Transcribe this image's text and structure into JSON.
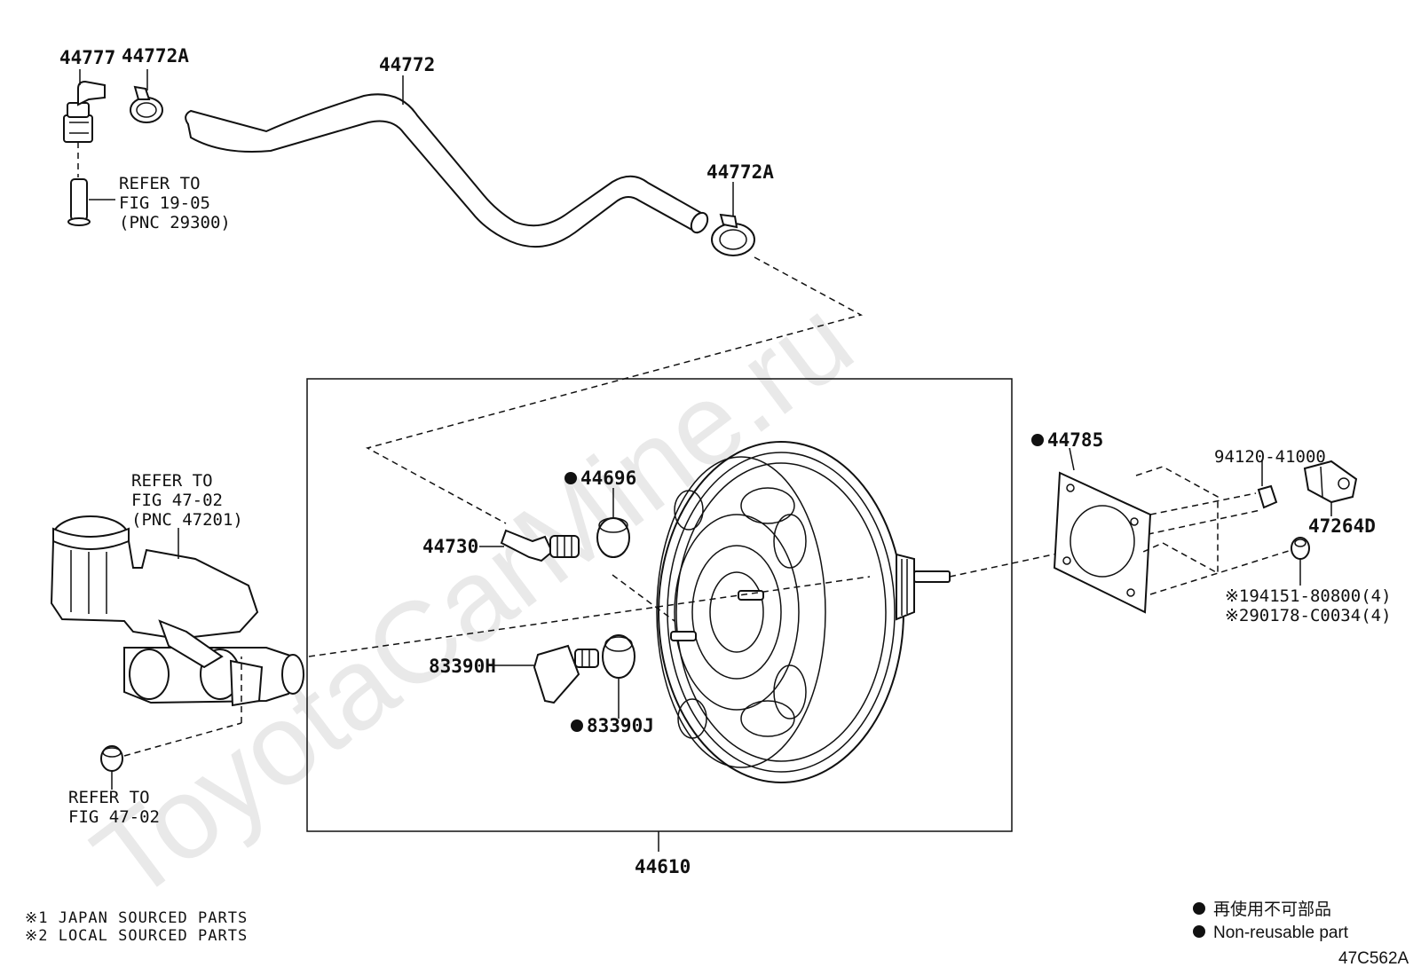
{
  "watermark": "ToyotaCarMine.ru",
  "diagram_code": "47C562A",
  "labels": {
    "p44777": "44777",
    "p44772A_top": "44772A",
    "p44772": "44772",
    "p44772A_mid": "44772A",
    "p44785": "44785",
    "p94120": "94120-41000",
    "p47264D": "47264D",
    "p194151": "※194151-80800(4)",
    "p290178": "※290178-C0034(4)",
    "p44696": "44696",
    "p44730": "44730",
    "p83390H": "83390H",
    "p83390J": "83390J",
    "p44610": "44610"
  },
  "refer_notes": {
    "fig1905": [
      "REFER TO",
      "FIG 19-05",
      "(PNC 29300)"
    ],
    "fig4702_pnc": [
      "REFER TO",
      "FIG 47-02",
      "(PNC 47201)"
    ],
    "fig4702": [
      "REFER TO",
      "FIG 47-02"
    ]
  },
  "footnotes": {
    "line1": "※1 JAPAN SOURCED PARTS",
    "line2": "※2 LOCAL SOURCED PARTS"
  },
  "legend": {
    "jp": "再使用不可部品",
    "en": "Non-reusable part"
  }
}
